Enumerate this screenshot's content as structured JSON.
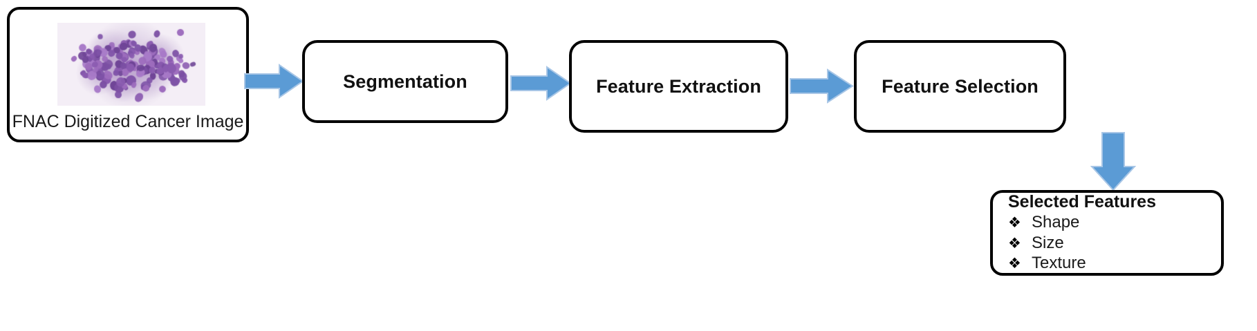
{
  "diagram": {
    "title": "FNAC breast cancer image analysis pipeline",
    "background_color": "#ffffff",
    "arrow_color": "#5b9bd5",
    "arrow_border_color": "#a8c6e6",
    "border_color": "#000000",
    "text_color": "#111111"
  },
  "nodes": {
    "image_box": {
      "caption": "FNAC Digitized Cancer Image",
      "image_alt": "FNAC cytology micrograph with purple stained cancer cell clusters"
    },
    "segmentation": {
      "label": "Segmentation"
    },
    "feature_extraction": {
      "label": "Feature Extraction"
    },
    "feature_selection": {
      "label": "Feature Selection"
    },
    "selected_features": {
      "title": "Selected Features",
      "bullet_glyph": "❖",
      "items": [
        {
          "label": "Shape"
        },
        {
          "label": "Size"
        },
        {
          "label": "Texture"
        }
      ]
    }
  },
  "arrows": [
    {
      "name": "arrow-image-to-segmentation",
      "direction": "right"
    },
    {
      "name": "arrow-segmentation-to-feature-extraction",
      "direction": "right"
    },
    {
      "name": "arrow-feature-extraction-to-selection",
      "direction": "right"
    },
    {
      "name": "arrow-selection-to-selected-features",
      "direction": "down"
    }
  ],
  "chart_data": {
    "type": "diagram",
    "flow": "left-to-right pipeline with one downward branch",
    "steps": [
      "FNAC Digitized Cancer Image",
      "Segmentation",
      "Feature Extraction",
      "Feature Selection",
      "Selected Features"
    ],
    "edges": [
      {
        "from": "FNAC Digitized Cancer Image",
        "to": "Segmentation"
      },
      {
        "from": "Segmentation",
        "to": "Feature Extraction"
      },
      {
        "from": "Feature Extraction",
        "to": "Feature Selection"
      },
      {
        "from": "Feature Selection",
        "to": "Selected Features"
      }
    ],
    "leaf_items": [
      "Shape",
      "Size",
      "Texture"
    ]
  }
}
